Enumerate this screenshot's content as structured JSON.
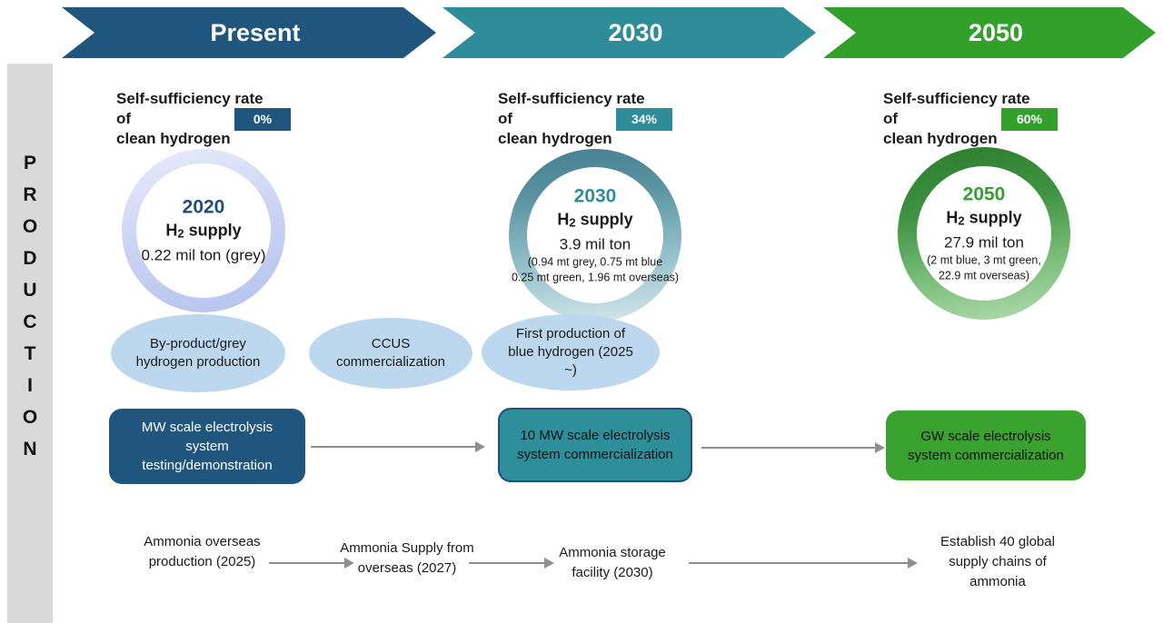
{
  "sidebar": {
    "label": "PRODUCTION",
    "letters": [
      "P",
      "R",
      "O",
      "D",
      "U",
      "C",
      "T",
      "I",
      "O",
      "N"
    ]
  },
  "banners": [
    {
      "label": "Present",
      "color": "#20567D"
    },
    {
      "label": "2030",
      "color": "#2E8D98"
    },
    {
      "label": "2050",
      "color": "#34A02C"
    }
  ],
  "columns": [
    {
      "period": "Present",
      "self_sufficiency": {
        "line1": "Self-sufficiency rate",
        "line2": "of",
        "line3": "clean hydrogen",
        "rate": "0%",
        "badge_color": "#20567D"
      },
      "donut": {
        "year": "2020",
        "year_color": "#1F4E79",
        "supply": {
          "h": "H",
          "sub": "2",
          "rest": " supply"
        },
        "amount": "0.22 mil ton (grey)",
        "breakdown_line1": "",
        "breakdown_line2": "",
        "ring_colors": [
          "#e9edfb",
          "#b5c2ee"
        ]
      }
    },
    {
      "period": "2030",
      "self_sufficiency": {
        "line1": "Self-sufficiency rate",
        "line2": "of",
        "line3": "clean hydrogen",
        "rate": "34%",
        "badge_color": "#2E8D98"
      },
      "donut": {
        "year": "2030",
        "year_color": "#2E8D98",
        "supply": {
          "h": "H",
          "sub": "2",
          "rest": " supply"
        },
        "amount": "3.9 mil ton",
        "breakdown_line1": "(0.94 mt grey, 0.75 mt blue",
        "breakdown_line2": "0.25 mt green, 1.96 mt overseas)",
        "ring_colors": [
          "#477f92",
          "#d6e8ec"
        ]
      }
    },
    {
      "period": "2050",
      "self_sufficiency": {
        "line1": "Self-sufficiency rate",
        "line2": "of",
        "line3": "clean hydrogen",
        "rate": "60%",
        "badge_color": "#34A02C"
      },
      "donut": {
        "year": "2050",
        "year_color": "#35A02F",
        "supply": {
          "h": "H",
          "sub": "2",
          "rest": " supply"
        },
        "amount": "27.9 mil ton",
        "breakdown_line1": "(2 mt blue, 3 mt green,",
        "breakdown_line2": "22.9 mt overseas)",
        "ring_colors": [
          "#2c7d2e",
          "#b6dcb4"
        ]
      }
    }
  ],
  "milestone_bubbles": [
    {
      "label": "By-product/grey hydrogen production",
      "fill": "#BDD7EE"
    },
    {
      "label": "CCUS commercialization",
      "fill": "#BDD7EE"
    },
    {
      "label": "First production of blue hydrogen (2025 ~)",
      "fill": "#BDD7EE"
    }
  ],
  "electrolysis_boxes": [
    {
      "label": "MW scale electrolysis system testing/demonstration",
      "bg": "#20567D",
      "text_color": "#ffffff"
    },
    {
      "label": "10 MW scale electrolysis system commercialization",
      "bg": "#2E8F9B",
      "border": "#1F4E79",
      "text_color": "#111111"
    },
    {
      "label": "GW scale electrolysis system commercialization",
      "bg": "#3AA22F",
      "text_color": "#111111"
    }
  ],
  "ammonia_milestones": [
    {
      "label": "Ammonia overseas production (2025)"
    },
    {
      "label": "Ammonia Supply from overseas (2027)"
    },
    {
      "label": "Ammonia storage facility (2030)"
    },
    {
      "label": "Establish 40 global supply chains of ammonia"
    }
  ]
}
